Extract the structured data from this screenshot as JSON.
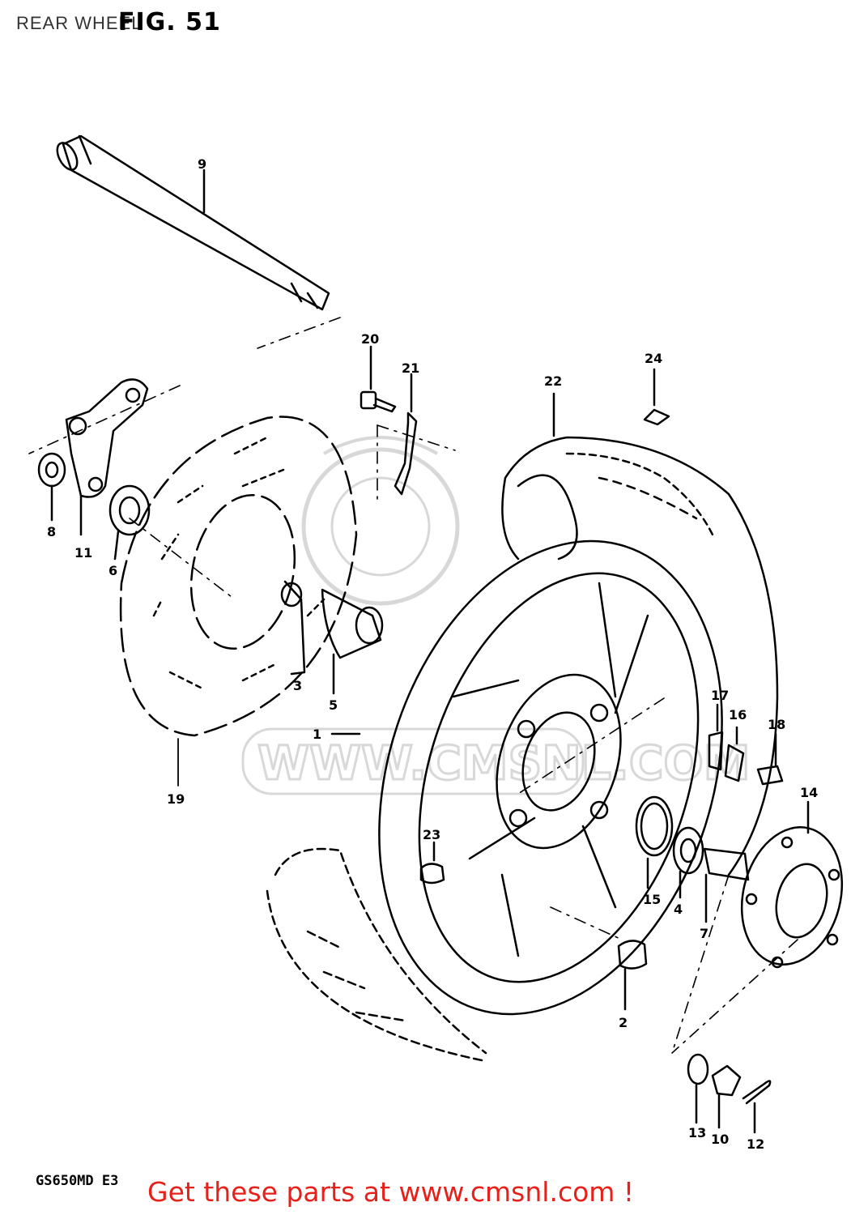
{
  "header": {
    "title": "REAR WHEEL",
    "figure": "FIG. 51"
  },
  "footer": {
    "model": "GS650MD E3",
    "link_text": "Get these parts at www.cmsnl.com !"
  },
  "watermark": {
    "text": "WWW.CMSNL.COM"
  },
  "callouts": {
    "c1": "1",
    "c2": "2",
    "c3": "3",
    "c4": "4",
    "c5": "5",
    "c6": "6",
    "c7": "7",
    "c8": "8",
    "c9": "9",
    "c10": "10",
    "c11": "11",
    "c12": "12",
    "c13": "13",
    "c14": "14",
    "c15": "15",
    "c16": "16",
    "c17": "17",
    "c18": "18",
    "c19": "19",
    "c20": "20",
    "c21": "21",
    "c22": "22",
    "c23": "23",
    "c24": "24"
  },
  "colors": {
    "link": "#e8201a",
    "line": "#000000",
    "watermark": "#d4d4d4"
  }
}
